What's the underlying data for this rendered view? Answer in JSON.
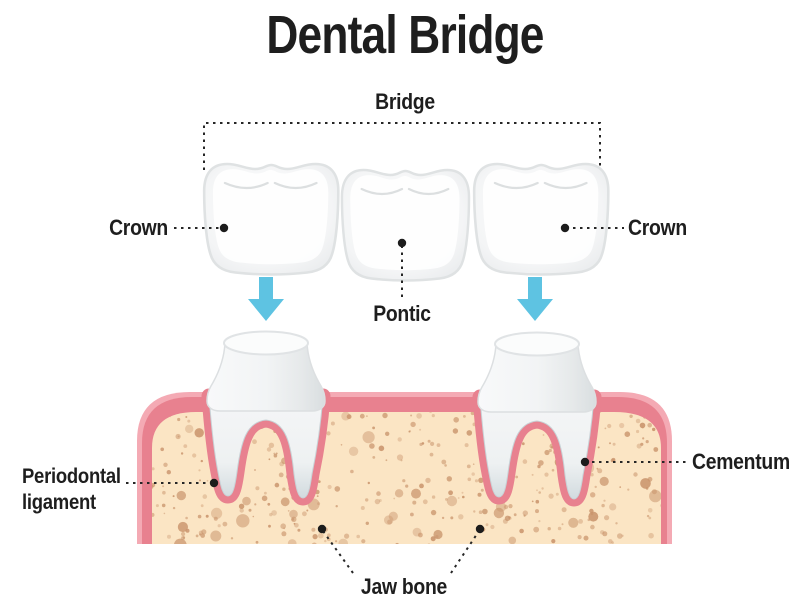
{
  "title": "Dental Bridge",
  "labels": {
    "bridge": "Bridge",
    "crown_left": "Crown",
    "crown_right": "Crown",
    "pontic": "Pontic",
    "periodontal_ligament": "Periodontal ligament",
    "cementum": "Cementum",
    "jaw_bone": "Jaw bone"
  },
  "colors": {
    "arrow_blue": "#5ec3e2",
    "gum_pink": "#e8818f",
    "gum_pink_light": "#f4aab4",
    "bone_cream": "#fbe5c4",
    "speckle_brown": "#c9946c",
    "ink": "#1e1e1e"
  }
}
